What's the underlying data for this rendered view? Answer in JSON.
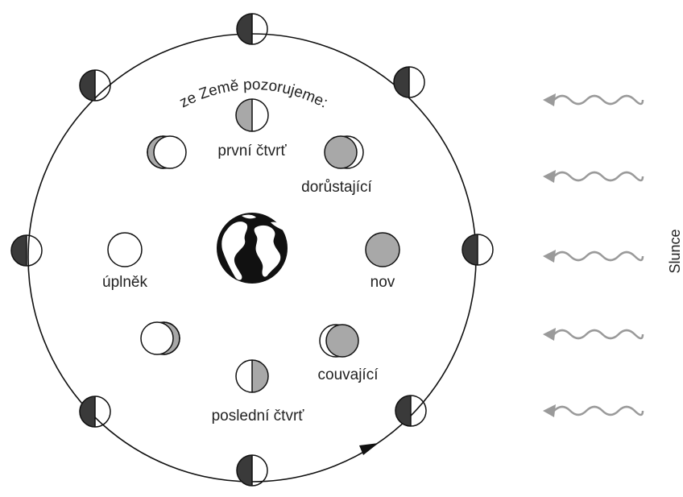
{
  "caption": "ze Země pozorujeme:",
  "phase_labels": {
    "first_quarter": "první čtvrť",
    "waxing": "dorůstající",
    "full": "úplněk",
    "new": "nov",
    "waning": "couvající",
    "last_quarter": "poslední čtvrť"
  },
  "sun_label": "Slunce",
  "colors": {
    "dark_side": "#3a3a3a",
    "observed_lit": "#a8a8a8",
    "line": "#111111",
    "sunlight": "#9a9a9a",
    "earth": "#111111",
    "land": "#ffffff"
  },
  "icons": {
    "earth": "earth-globe-icon",
    "sunlight": "wavy-arrow-icon",
    "direction": "arrowhead-icon"
  }
}
